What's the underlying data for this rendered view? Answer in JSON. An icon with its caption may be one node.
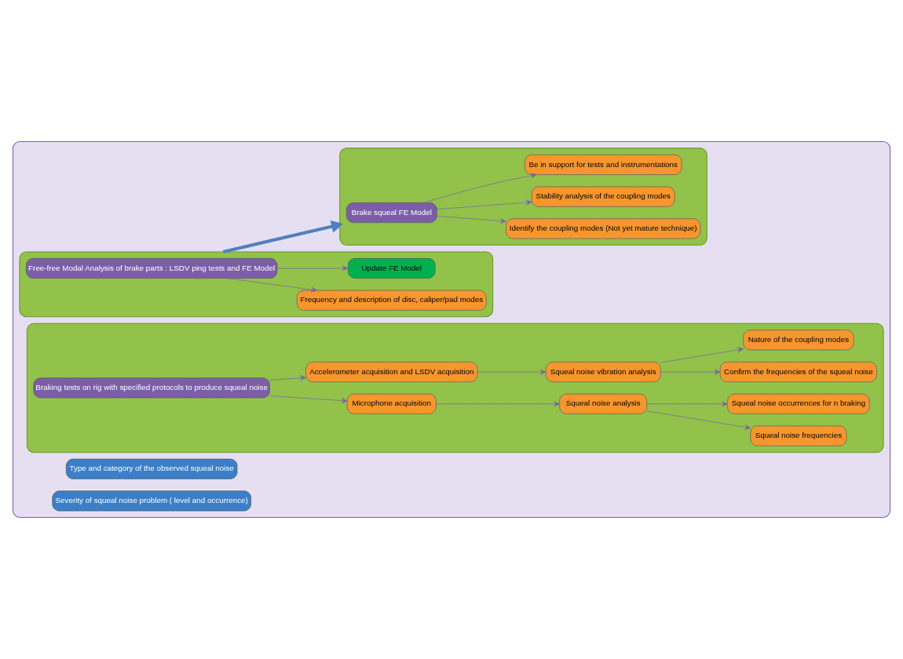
{
  "diagram": {
    "nodes": [
      {
        "text": [],
        "shape": "box"
      },
      {
        "text": [],
        "shape": "box",
        "in": 0
      },
      {
        "text": [
          "Free-free Modal Analysis of brake parts : LSDV ping tests and FE Model"
        ],
        "in": 1
      },
      {
        "text": [
          "Frequency and description of disc, caliper/pad modes"
        ],
        "in": 1
      },
      {
        "text": [
          "Update FE Model"
        ],
        "in": 1
      },
      {
        "text": [],
        "shape": "box",
        "in": 0
      },
      {
        "text": [
          "Brake squeal FE Model"
        ],
        "in": 5
      },
      {
        "text": [
          "Identify the coupling modes (Not yet mature technique)"
        ],
        "in": 5
      },
      {
        "text": [
          "Stability analysis of the coupling modes"
        ],
        "in": 5
      },
      {
        "text": [
          "Be in support for tests and instrumentations"
        ],
        "in": 5
      },
      {
        "text": [],
        "shape": "box",
        "in": 0
      },
      {
        "text": [
          "Microphone acquisition"
        ],
        "in": 10
      },
      {
        "text": [
          "Squeal noise analysis"
        ],
        "in": 10
      },
      {
        "text": [
          "Squeal noise frequencies"
        ],
        "in": 10
      },
      {
        "text": [
          "Squeal noise occurrences for n braking"
        ],
        "in": 10
      },
      {
        "text": [
          "Braking tests on rig with specified protocols to produce squeal noise"
        ],
        "in": 10
      },
      {
        "text": [
          "Confirm the frequencies of the squeal noise"
        ],
        "in": 10
      },
      {
        "text": [
          "Accelerometer acquisition and LSDV acquisition"
        ],
        "in": 10
      },
      {
        "text": [
          "Squeal noise vibration analysis"
        ],
        "in": 10
      },
      {
        "text": [
          "Nature of the coupling modes"
        ],
        "in": 10
      },
      {
        "text": [
          "Type and category of the observed squeal noise"
        ],
        "in": 0
      },
      {
        "text": [
          "Severity of squeal noise problem ( level and occurrence)"
        ],
        "in": 0
      }
    ],
    "edges": [
      {
        "from": 2,
        "to": 3,
        "arrow": "to"
      },
      {
        "from": 2,
        "to": 4,
        "arrow": "to"
      },
      {
        "from": 1,
        "to": 5,
        "arrow": "to",
        "style": "thick",
        "color": "#4f81bd"
      },
      {
        "from": 6,
        "to": 7,
        "arrow": "to"
      },
      {
        "from": 6,
        "to": 8,
        "arrow": "to"
      },
      {
        "from": 6,
        "to": 9,
        "arrow": "to"
      },
      {
        "from": 15,
        "to": 11,
        "arrow": "to"
      },
      {
        "from": 11,
        "to": 12,
        "arrow": "to"
      },
      {
        "from": 12,
        "to": 13,
        "arrow": "to"
      },
      {
        "from": 12,
        "to": 14,
        "arrow": "to"
      },
      {
        "from": 15,
        "to": 17,
        "arrow": "to"
      },
      {
        "from": 17,
        "to": 18,
        "arrow": "to"
      },
      {
        "from": 18,
        "to": 16,
        "arrow": "to"
      },
      {
        "from": 18,
        "to": 19,
        "arrow": "to"
      }
    ]
  }
}
